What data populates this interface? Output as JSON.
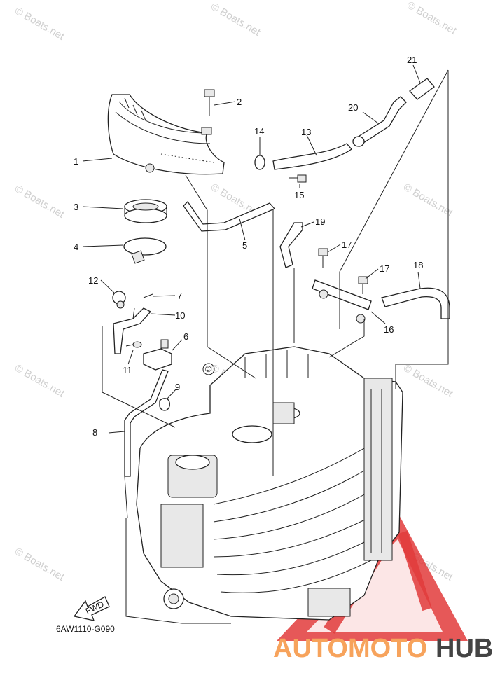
{
  "diagram": {
    "part_numbers": [
      "1",
      "2",
      "3",
      "4",
      "5",
      "6",
      "7",
      "8",
      "9",
      "10",
      "11",
      "12",
      "13",
      "14",
      "15",
      "16",
      "17",
      "17",
      "18",
      "19",
      "20",
      "21"
    ],
    "code": "6AW1110-G090",
    "fwd_label": "FWD",
    "copyright_mark": "©",
    "watermark_text": "© Boats.net"
  },
  "brand": {
    "part1": "AUTOMOTO",
    "part2": "HUB",
    "colors": {
      "accent": "#f7a35c",
      "dark": "#444444",
      "logo_red": "#e23b3b"
    }
  }
}
